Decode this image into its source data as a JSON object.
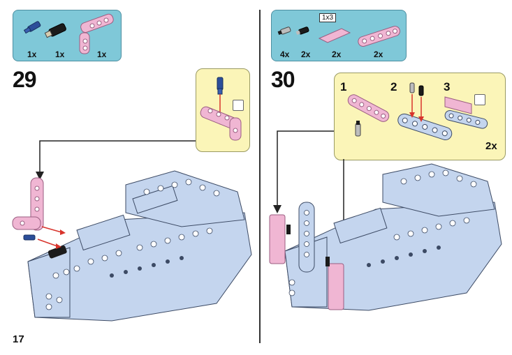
{
  "page_number": "17",
  "step29": {
    "number": "29",
    "parts": [
      {
        "name": "blue-pin",
        "qty": "1x"
      },
      {
        "name": "black-axle-pin",
        "qty": "1x"
      },
      {
        "name": "pink-l-beam",
        "qty": "1x"
      }
    ]
  },
  "step30": {
    "number": "30",
    "parts": [
      {
        "name": "small-pin",
        "qty": "4x"
      },
      {
        "name": "black-pin",
        "qty": "2x"
      },
      {
        "name": "pink-tile-1x3",
        "qty": "2x",
        "tag": "1x3"
      },
      {
        "name": "pink-beam",
        "qty": "2x"
      }
    ],
    "substeps": [
      "1",
      "2",
      "3"
    ],
    "multiplier": "2x"
  },
  "colors": {
    "parts_box": "#7fc8d8",
    "callout": "#fbf5b8",
    "pink": "#f0b6d3",
    "model": "#c4d5ee",
    "arrow_red": "#d8342c"
  }
}
